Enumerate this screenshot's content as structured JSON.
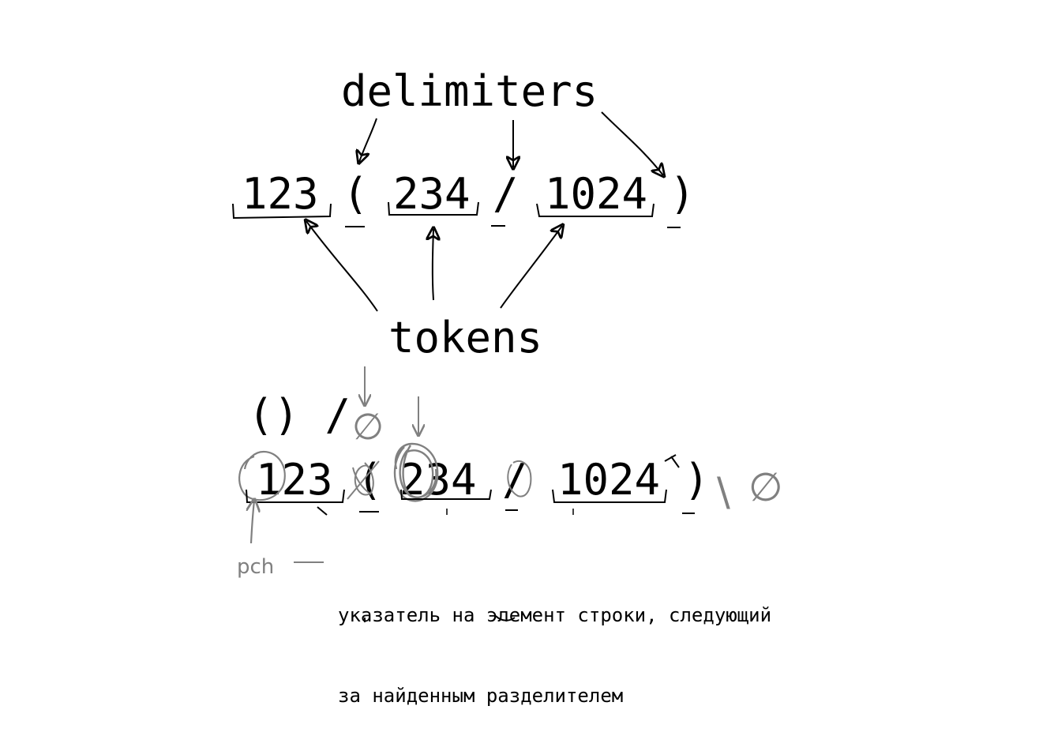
{
  "diagram": {
    "top": {
      "heading": "delimiters",
      "sequence": [
        "123",
        "(",
        "234",
        "/",
        "1024",
        ")"
      ],
      "footer": "tokens"
    },
    "bottom": {
      "delimiter_set": "() /",
      "empty_symbol": "∅",
      "sequence": [
        "123",
        "(",
        "234",
        "/",
        "1024",
        ")"
      ],
      "trailing_slash": "\\",
      "trailing_empty": "∅",
      "pointer_label": "pch",
      "note_line1": "указатель на элемент строки, следующий",
      "note_line2": "за найденным разделителем"
    },
    "colors": {
      "ink": "#000000",
      "pencil": "#808080"
    }
  }
}
